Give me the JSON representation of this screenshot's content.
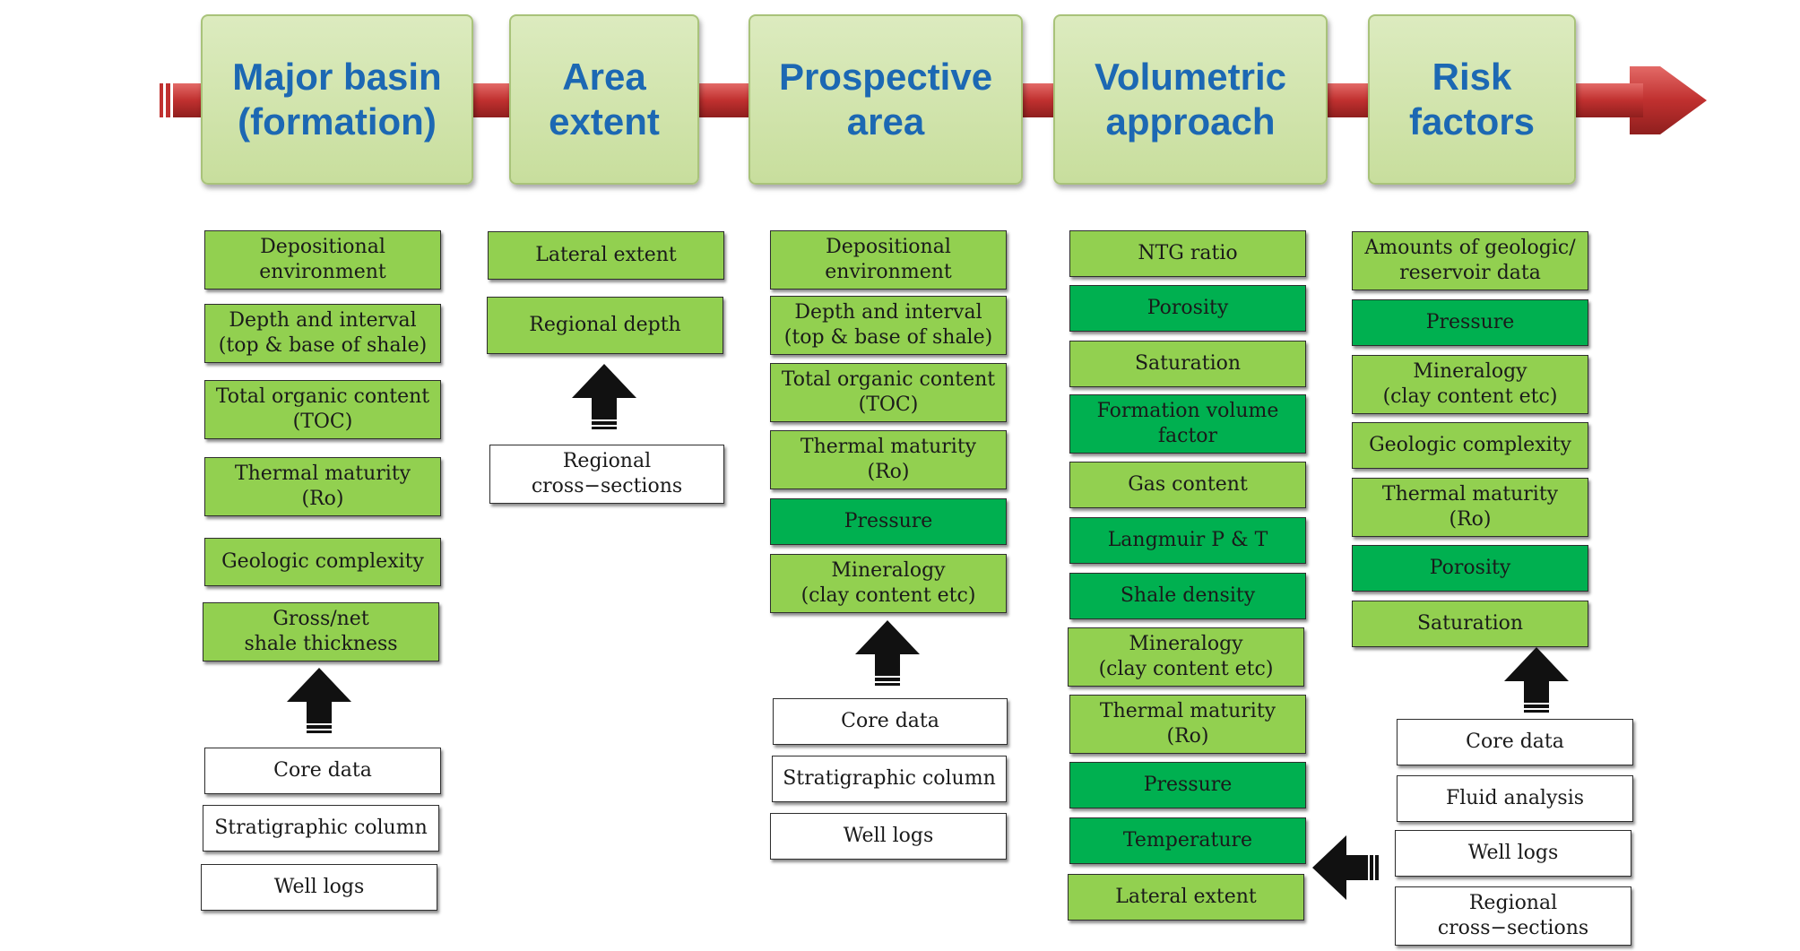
{
  "colors": {
    "header_fill": "#d3e6ae",
    "header_text": "#1c68b3",
    "box_light": "#92d050",
    "box_dark": "#00b050",
    "box_white": "#ffffff",
    "arrow_red": "#c0302f"
  },
  "header_labels": [
    "Major basin\n(formation)",
    "Area\nextent",
    "Prospective\narea",
    "Volumetric\napproach",
    "Risk\nfactors"
  ],
  "major_basin": {
    "inputs": [
      "Depositional\nenvironment",
      "Depth and interval\n(top & base of shale)",
      "Total organic content\n(TOC)",
      "Thermal maturity\n(Ro)",
      "Geologic complexity",
      "Gross/net\nshale thickness"
    ],
    "sources": [
      "Core data",
      "Stratigraphic column",
      "Well logs"
    ]
  },
  "area_extent": {
    "inputs": [
      "Lateral extent",
      "Regional depth"
    ],
    "sources": [
      "Regional\ncross−sections"
    ]
  },
  "prospective_area": {
    "inputs": [
      "Depositional\nenvironment",
      "Depth and interval\n(top & base of shale)",
      "Total organic content\n(TOC)",
      "Thermal maturity\n(Ro)",
      "Pressure",
      "Mineralogy\n(clay content etc)"
    ],
    "sources": [
      "Core data",
      "Stratigraphic column",
      "Well logs"
    ]
  },
  "volumetric_approach": {
    "inputs": [
      "NTG ratio",
      "Porosity",
      "Saturation",
      "Formation volume\nfactor",
      "Gas content",
      "Langmuir P & T",
      "Shale density",
      "Mineralogy\n(clay content etc)",
      "Thermal maturity\n(Ro)",
      "Pressure",
      "Temperature",
      "Lateral extent"
    ]
  },
  "risk_factors": {
    "inputs": [
      "Amounts of geologic/\nreservoir data",
      "Pressure",
      "Mineralogy\n(clay content etc)",
      "Geologic complexity",
      "Thermal maturity\n(Ro)",
      "Porosity",
      "Saturation"
    ],
    "sources": [
      "Core data",
      "Fluid analysis",
      "Well logs",
      "Regional\ncross−sections"
    ]
  },
  "icons": [
    "up-arrow-icon",
    "left-arrow-icon",
    "red-process-arrow-icon"
  ]
}
